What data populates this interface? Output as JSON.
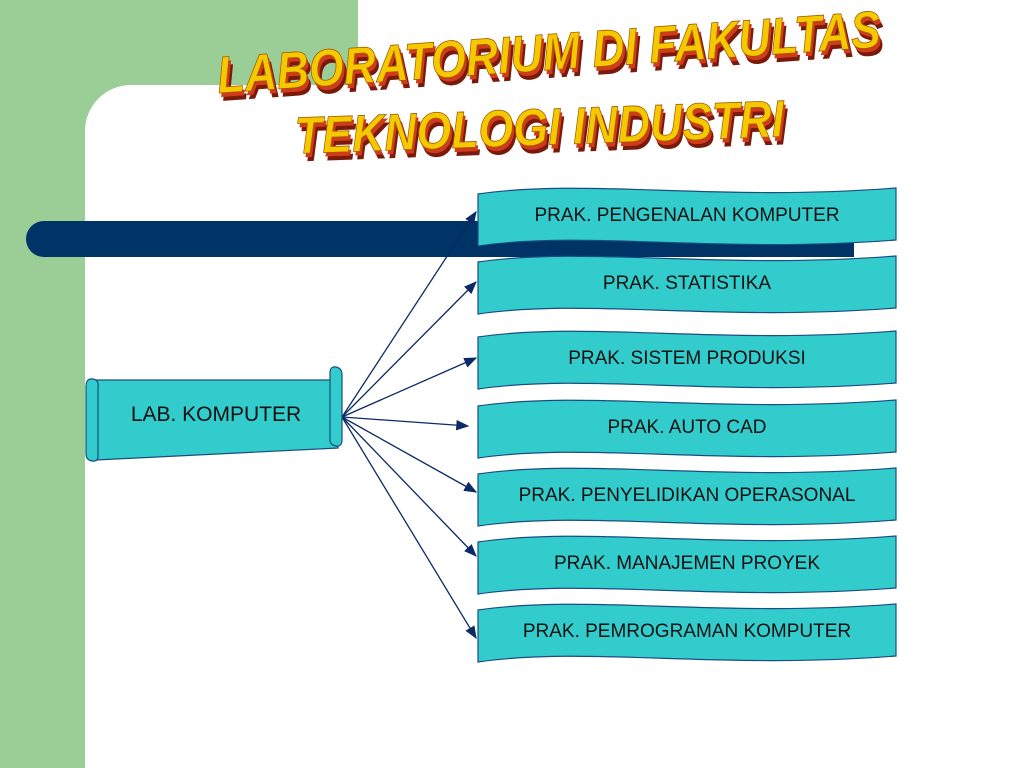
{
  "slide": {
    "title_line1": "LABORATORIUM DI FAKULTAS",
    "title_line2": "TEKNOLOGI INDUSTRI"
  },
  "colors": {
    "green_band": "#9bcd97",
    "nav_bar": "#003366",
    "banner_fill": "#33cccc",
    "arrow": "#0b2a66",
    "title_fill": "#f5c800",
    "title_shadow": "#d23a1c"
  },
  "diagram": {
    "root": {
      "label": "LAB. KOMPUTER"
    },
    "children": [
      {
        "label": "PRAK. PENGENALAN KOMPUTER"
      },
      {
        "label": "PRAK. STATISTIKA"
      },
      {
        "label": "PRAK. SISTEM PRODUKSI"
      },
      {
        "label": "PRAK. AUTO CAD"
      },
      {
        "label": "PRAK. PENYELIDIKAN OPERASONAL"
      },
      {
        "label": "PRAK. MANAJEMEN PROYEK"
      },
      {
        "label": "PRAK. PEMROGRAMAN KOMPUTER"
      }
    ]
  }
}
